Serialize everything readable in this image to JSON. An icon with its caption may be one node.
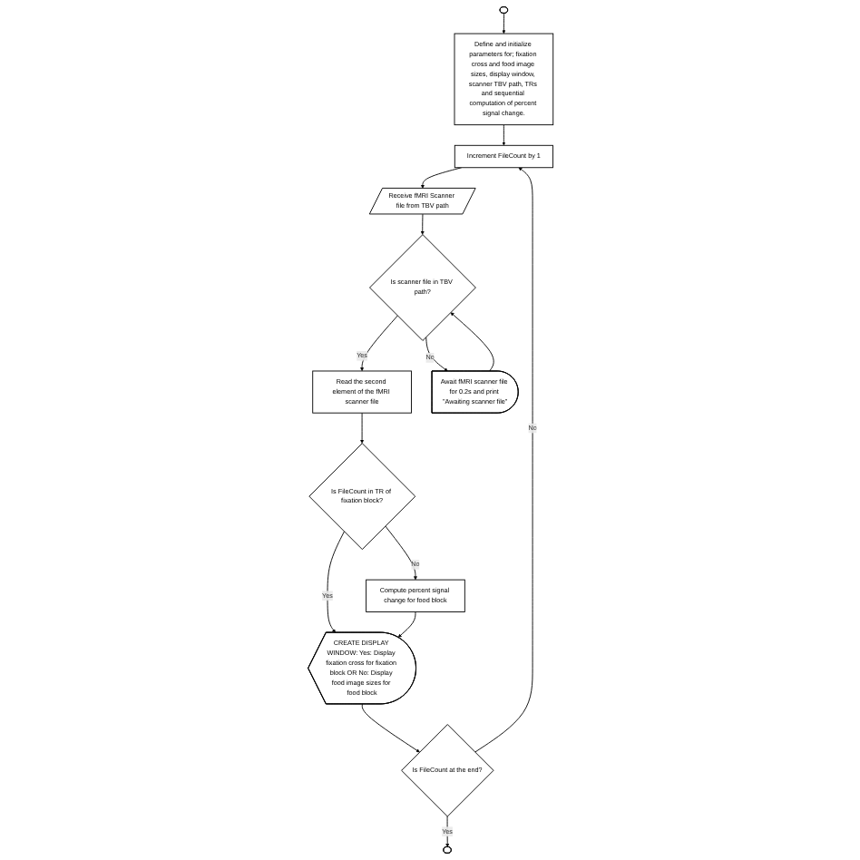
{
  "diagram": {
    "nodes": [
      {
        "text": [],
        "shape": "box"
      },
      {
        "text": [
          "Define and initialize parameters for; fixation cross and food image sizes, display window, scanner TBV path, TRs and sequential computation of percent signal change."
        ]
      },
      {
        "text": [
          "Increment FileCount by 1"
        ]
      },
      {
        "text": [
          "Receive fMRI Scanner file from TBV path"
        ]
      },
      {
        "text": [
          "Is scanner file in TBV path?"
        ]
      },
      {
        "text": [
          "Read the second element of the fMRI scanner file"
        ]
      },
      {
        "text": [
          "Await fMRI scanner file for 0.2s and print \"Awaiting scanner file\""
        ]
      },
      {
        "text": [
          "Is FileCount in TR of fixation block?"
        ]
      },
      {
        "text": [
          "Compute percent signal change for food block"
        ]
      },
      {
        "text": [
          "CREATE DISPLAY WINDOW: Yes: Display fixation cross for fixation block OR No: Display food image sizes for food block"
        ]
      },
      {
        "text": [
          "Is FileCount at the end?"
        ]
      },
      {
        "text": [],
        "shape": "box"
      }
    ],
    "edges": [
      {
        "from": 0,
        "to": 1,
        "arrow": "to"
      },
      {
        "from": 1,
        "to": 2,
        "arrow": "to"
      },
      {
        "from": 2,
        "to": 3,
        "arrow": "to"
      },
      {
        "from": 3,
        "to": 4,
        "arrow": "to"
      },
      {
        "from": 4,
        "to": 5,
        "arrow": "to",
        "label": "Yes"
      },
      {
        "from": 4,
        "to": 6,
        "arrow": "to",
        "label": "No"
      },
      {
        "from": 6,
        "to": 4,
        "arrow": "to"
      },
      {
        "from": 5,
        "to": 7,
        "arrow": "to"
      },
      {
        "from": 7,
        "to": 8,
        "arrow": "to",
        "label": "No"
      },
      {
        "from": 7,
        "to": 9,
        "arrow": "to",
        "label": "Yes"
      },
      {
        "from": 8,
        "to": 9,
        "arrow": "to"
      },
      {
        "from": 9,
        "to": 10,
        "arrow": "to"
      },
      {
        "from": 10,
        "to": 2,
        "arrow": "to",
        "label": "No"
      },
      {
        "from": 10,
        "to": 11,
        "arrow": "to",
        "label": "Yes"
      }
    ]
  }
}
